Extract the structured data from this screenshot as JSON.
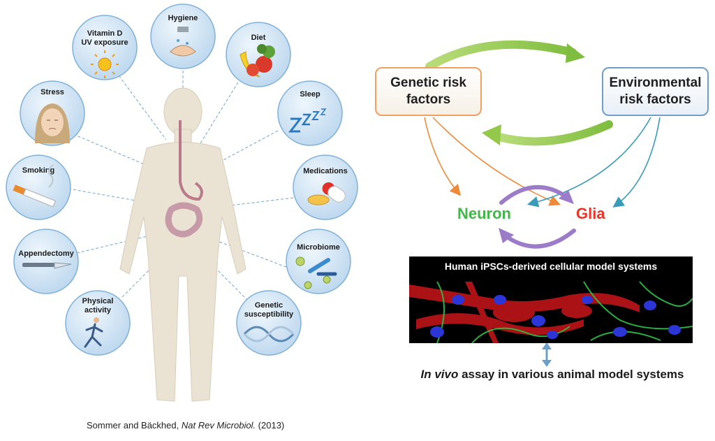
{
  "left_figure": {
    "factors": [
      {
        "id": "hygiene",
        "lines": [
          "Hygiene"
        ],
        "icon": "hand-washing-icon"
      },
      {
        "id": "vitamin-d",
        "lines": [
          "Vitamin D",
          "UV exposure"
        ],
        "icon": "sun-icon"
      },
      {
        "id": "diet",
        "lines": [
          "Diet"
        ],
        "icon": "fruit-vegetable-icon"
      },
      {
        "id": "stress",
        "lines": [
          "Stress"
        ],
        "icon": "stressed-face-icon"
      },
      {
        "id": "sleep",
        "lines": [
          "Sleep"
        ],
        "icon": "zzz-icon"
      },
      {
        "id": "smoking",
        "lines": [
          "Smoking"
        ],
        "icon": "cigarette-icon"
      },
      {
        "id": "medications",
        "lines": [
          "Medications"
        ],
        "icon": "pill-icon"
      },
      {
        "id": "appendectomy",
        "lines": [
          "Appendectomy"
        ],
        "icon": "scalpel-icon"
      },
      {
        "id": "microbiome",
        "lines": [
          "Microbiome"
        ],
        "icon": "bacteria-icon"
      },
      {
        "id": "physical-activity",
        "lines": [
          "Physical",
          "activity"
        ],
        "icon": "runner-icon"
      },
      {
        "id": "genetic-susceptibility",
        "lines": [
          "Genetic",
          "susceptibility"
        ],
        "icon": "dna-icon"
      }
    ],
    "citation": {
      "authors": "Sommer and Bäckhed, ",
      "journal": "Nat Rev Microbiol.",
      "year": " (2013)"
    }
  },
  "right_figure": {
    "genetic_box": {
      "line1": "Genetic risk",
      "line2": "factors"
    },
    "environmental_box": {
      "line1": "Environmental",
      "line2": "risk factors"
    },
    "neuron_label": "Neuron",
    "glia_label": "Glia",
    "ipsc_title": "Human iPSCs-derived cellular model systems",
    "invivo_italic": "In vivo",
    "invivo_rest": " assay in various animal model systems"
  },
  "colors": {
    "bubble_fill": "#cfe3f3",
    "bubble_stroke": "#7fb1d8",
    "connector": "#6fa3cf",
    "body": "#eae2d3",
    "gut": "#b97b8c",
    "green_arrow": "#93c84a",
    "purple_arrow": "#9c7cc9",
    "orange_arrow": "#ee8a3a",
    "teal_arrow": "#3a9bb8",
    "neuron": "#43b54a",
    "glia": "#e8362a"
  }
}
